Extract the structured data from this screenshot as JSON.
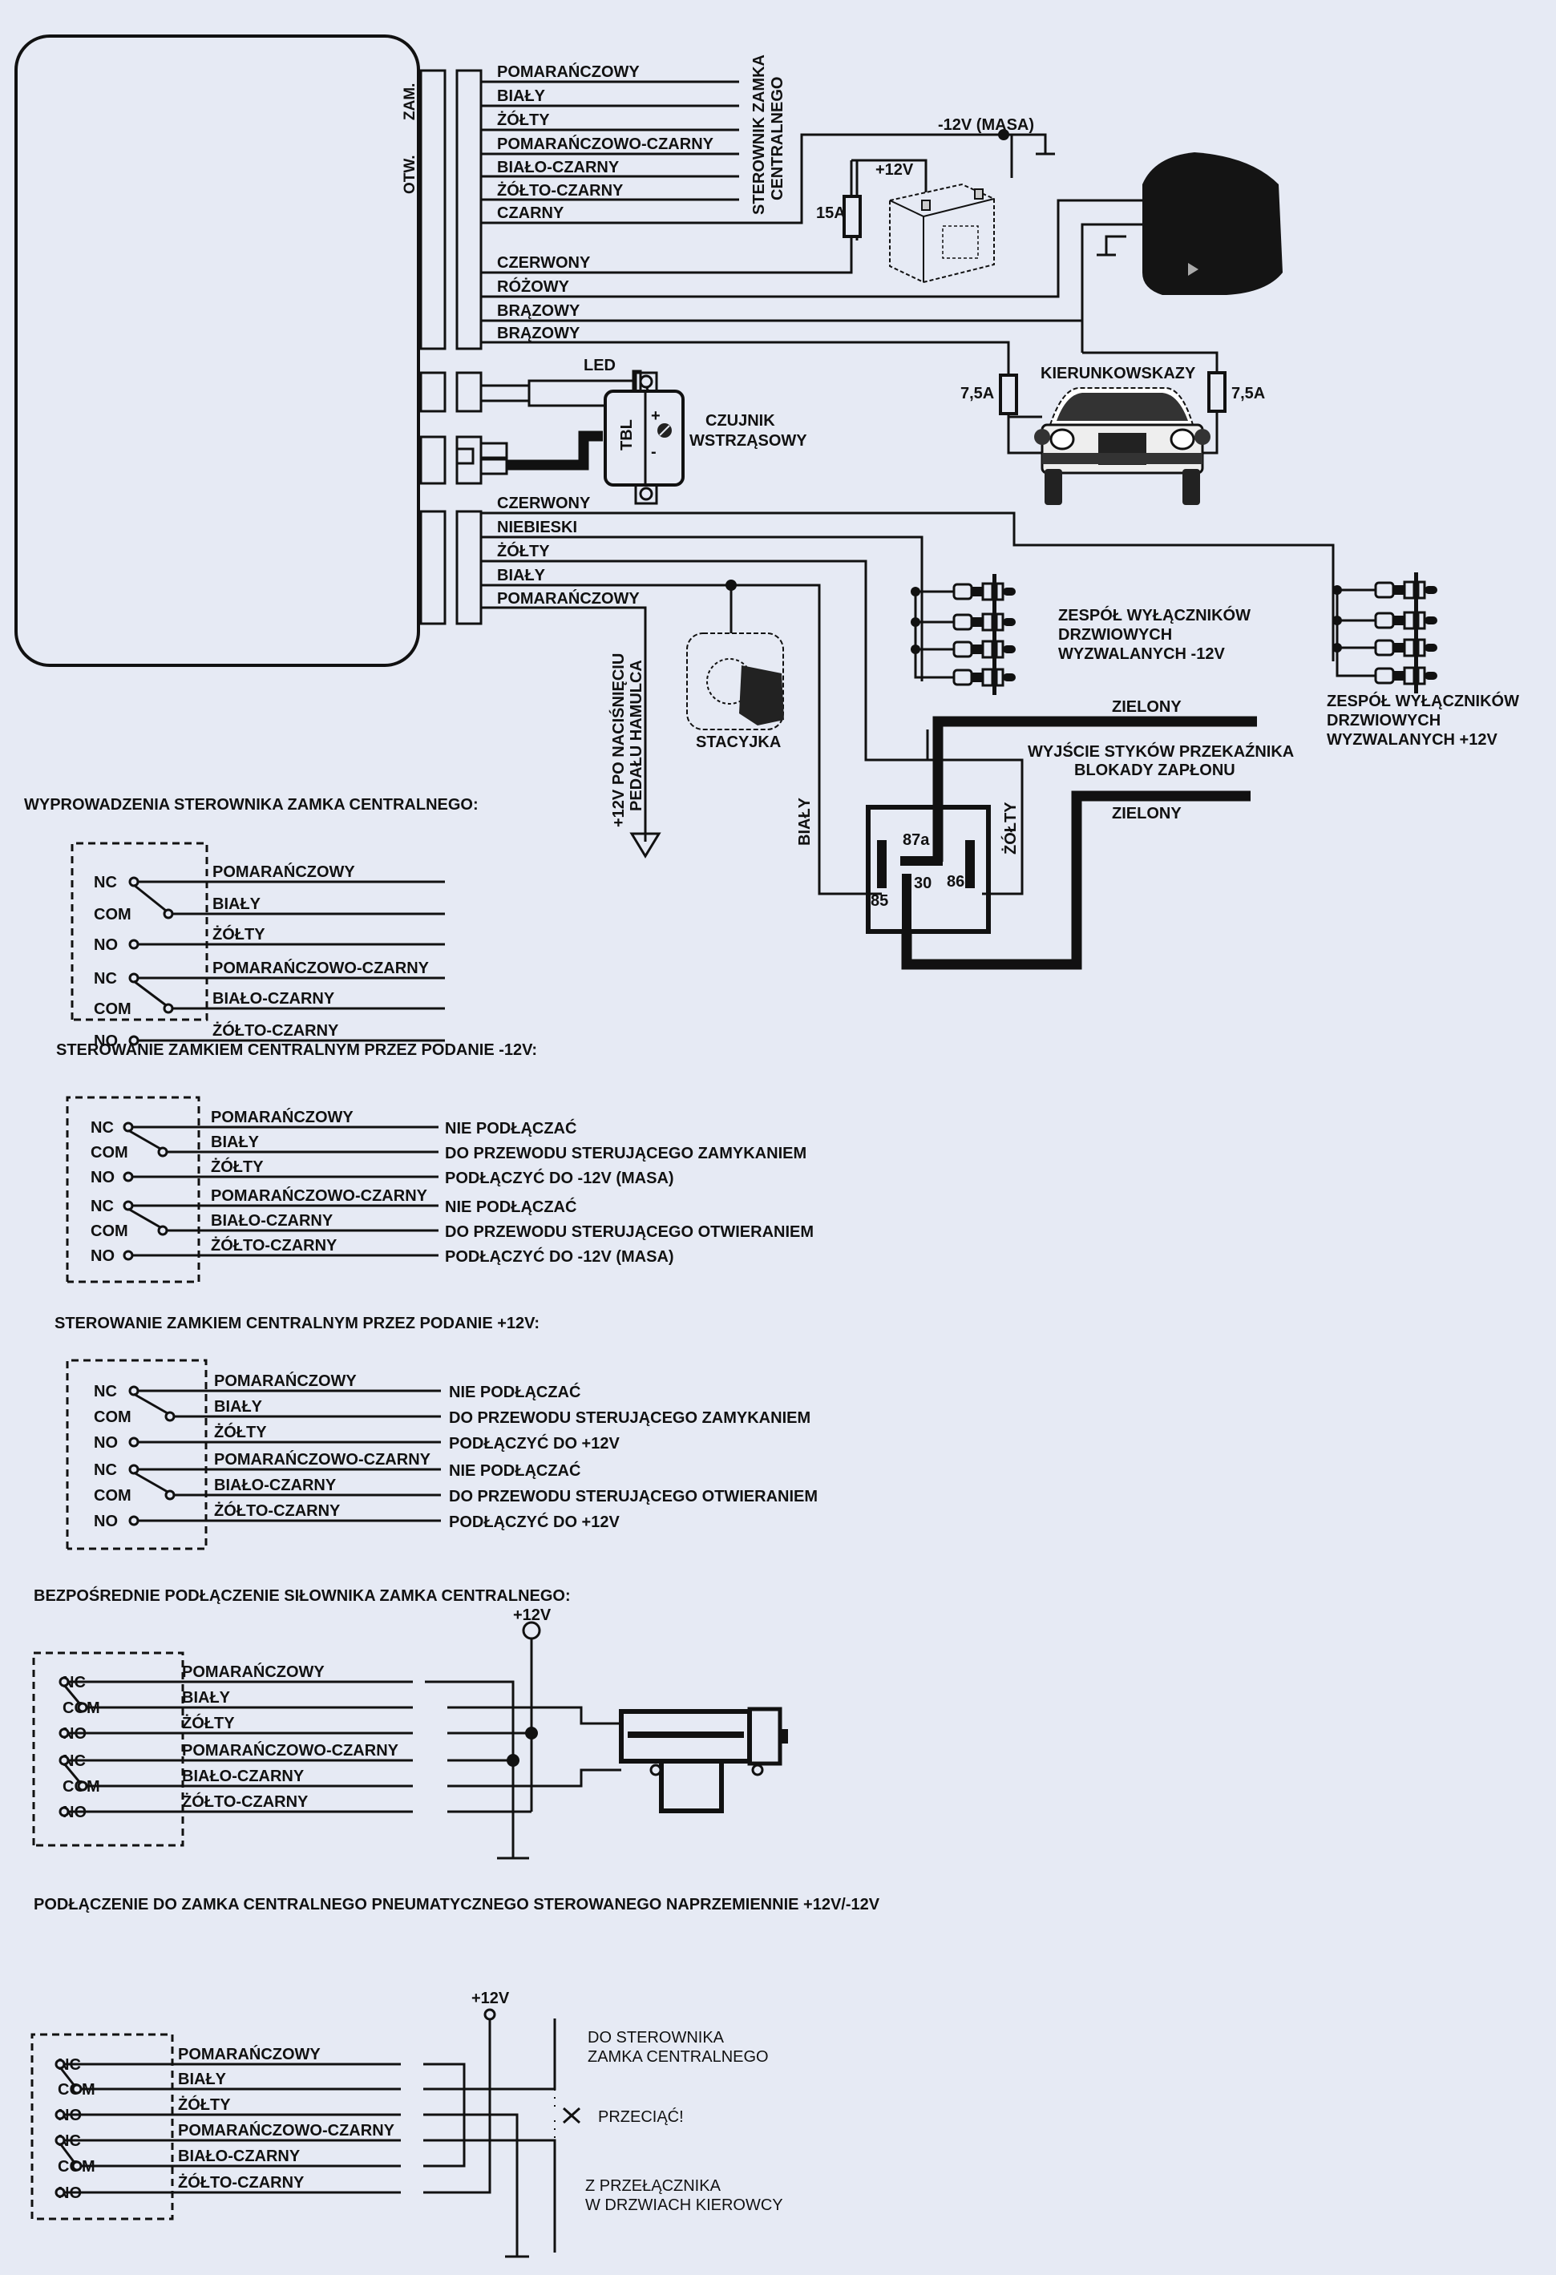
{
  "main_unit": {
    "label_open": "OTW.",
    "label_close": "ZAM."
  },
  "lock_connector": {
    "wires": [
      "POMARAŃCZOWY",
      "BIAŁY",
      "ŻÓŁTY",
      "POMARAŃCZOWO-CZARNY",
      "BIAŁO-CZARNY",
      "ŻÓŁTO-CZARNY",
      "CZARNY"
    ],
    "target_line1": "STEROWNIK ZAMKA",
    "target_line2": "CENTRALNEGO"
  },
  "power_connector": {
    "wires": [
      "CZERWONY",
      "RÓŻOWY",
      "BRĄZOWY",
      "BRĄZOWY"
    ]
  },
  "battery": {
    "ground_label": "-12V (MASA)",
    "plus_label": "+12V",
    "fuse_label": "15A"
  },
  "led": {
    "label": "LED"
  },
  "shock_sensor": {
    "body_label": "TBL",
    "plus": "+",
    "minus": "-",
    "label_line1": "CZUJNIK",
    "label_line2": "WSTRZĄSOWY"
  },
  "indicators": {
    "label": "KIERUNKOWSKAZY",
    "fuse_left": "7,5A",
    "fuse_right": "7,5A"
  },
  "input_connector": {
    "wires": [
      "CZERWONY",
      "NIEBIESKI",
      "ŻÓŁTY",
      "BIAŁY",
      "POMARAŃCZOWY"
    ]
  },
  "brake": {
    "line1": "+12V PO NACIŚNIĘCIU",
    "line2": "PEDAŁU HAMULCA"
  },
  "ignition": {
    "label": "STACYJKA"
  },
  "door_switches_neg": {
    "line1": "ZESPÓŁ WYŁĄCZNIKÓW",
    "line2": "DRZWIOWYCH",
    "line3": "WYZWALANYCH -12V"
  },
  "door_switches_pos": {
    "line1": "ZESPÓŁ WYŁĄCZNIKÓW",
    "line2": "DRZWIOWYCH",
    "line3": "WYZWALANYCH +12V"
  },
  "relay": {
    "wire_left": "BIAŁY",
    "wire_right": "ŻÓŁTY",
    "pins": [
      "87a",
      "30",
      "86",
      "85"
    ],
    "green_top": "ZIELONY",
    "green_bottom": "ZIELONY",
    "output_line1": "WYJŚCIE STYKÓW PRZEKAŹNIKA",
    "output_line2": "BLOKADY ZAPŁONU"
  },
  "contact_labels": [
    "NC",
    "COM",
    "NO",
    "NC",
    "COM",
    "NO"
  ],
  "section_pinout": {
    "title": "WYPROWADZENIA STEROWNIKA ZAMKA CENTRALNEGO:",
    "wires": [
      "POMARAŃCZOWY",
      "BIAŁY",
      "ŻÓŁTY",
      "POMARAŃCZOWO-CZARNY",
      "BIAŁO-CZARNY",
      "ŻÓŁTO-CZARNY"
    ]
  },
  "section_minus12": {
    "title": "STEROWANIE ZAMKIEM CENTRALNYM PRZEZ PODANIE -12V:",
    "wires": [
      "POMARAŃCZOWY",
      "BIAŁY",
      "ŻÓŁTY",
      "POMARAŃCZOWO-CZARNY",
      "BIAŁO-CZARNY",
      "ŻÓŁTO-CZARNY"
    ],
    "notes": [
      "NIE PODŁĄCZAĆ",
      "DO PRZEWODU STERUJĄCEGO ZAMYKANIEM",
      "PODŁĄCZYĆ DO -12V (MASA)",
      "NIE PODŁĄCZAĆ",
      "DO PRZEWODU STERUJĄCEGO OTWIERANIEM",
      "PODŁĄCZYĆ DO -12V (MASA)"
    ]
  },
  "section_plus12": {
    "title": "STEROWANIE ZAMKIEM CENTRALNYM PRZEZ PODANIE +12V:",
    "wires": [
      "POMARAŃCZOWY",
      "BIAŁY",
      "ŻÓŁTY",
      "POMARAŃCZOWO-CZARNY",
      "BIAŁO-CZARNY",
      "ŻÓŁTO-CZARNY"
    ],
    "notes": [
      "NIE PODŁĄCZAĆ",
      "DO PRZEWODU STERUJĄCEGO ZAMYKANIEM",
      "PODŁĄCZYĆ DO +12V",
      "NIE PODŁĄCZAĆ",
      "DO PRZEWODU STERUJĄCEGO OTWIERANIEM",
      "PODŁĄCZYĆ DO +12V"
    ]
  },
  "section_actuator": {
    "title": "BEZPOŚREDNIE PODŁĄCZENIE SIŁOWNIKA ZAMKA CENTRALNEGO:",
    "supply": "+12V",
    "wires": [
      "POMARAŃCZOWY",
      "BIAŁY",
      "ŻÓŁTY",
      "POMARAŃCZOWO-CZARNY",
      "BIAŁO-CZARNY",
      "ŻÓŁTO-CZARNY"
    ]
  },
  "section_pneumatic": {
    "title": "PODŁĄCZENIE DO ZAMKA CENTRALNEGO PNEUMATYCZNEGO STEROWANEGO NAPRZEMIENNIE +12V/-12V",
    "supply": "+12V",
    "wires": [
      "POMARAŃCZOWY",
      "BIAŁY",
      "ŻÓŁTY",
      "POMARAŃCZOWO-CZARNY",
      "BIAŁO-CZARNY",
      "ŻÓŁTO-CZARNY"
    ],
    "to_controller_line1": "DO STEROWNIKA",
    "to_controller_line2": "ZAMKA CENTRALNEGO",
    "cut_label": "PRZECIĄĆ!",
    "from_switch_line1": "Z PRZEŁĄCZNIKA",
    "from_switch_line2": "W DRZWIACH KIEROWCY"
  }
}
